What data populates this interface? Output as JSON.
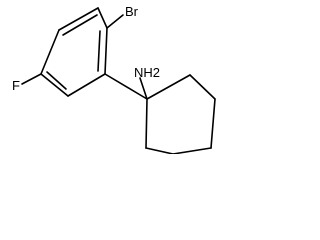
{
  "molecule": {
    "atom_labels": {
      "bromine": "Br",
      "fluorine": "F",
      "amine": "NH2"
    },
    "colors": {
      "bond": "#000000",
      "label": "#000000",
      "background": "#ffffff"
    }
  }
}
